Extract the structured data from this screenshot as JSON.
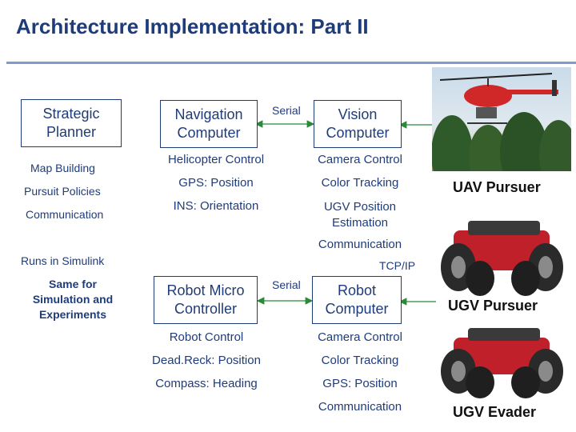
{
  "title": "Architecture Implementation: Part II",
  "uav": {
    "strategic_planner": "Strategic\nPlanner",
    "map_building": "Map Building",
    "pursuit_policies": "Pursuit Policies",
    "communication": "Communication",
    "navigation_computer": "Navigation\nComputer",
    "serial": "Serial",
    "vision_computer": "Vision\nComputer",
    "helicopter_control": "Helicopter Control",
    "gps_position": "GPS: Position",
    "ins_orientation": "INS: Orientation",
    "camera_control": "Camera Control",
    "color_tracking": "Color Tracking",
    "ugv_position_estimation": "UGV Position\nEstimation",
    "vision_communication": "Communication",
    "caption": "UAV Pursuer"
  },
  "ugv": {
    "runs_in_simulink": "Runs in Simulink",
    "tcpip": "TCP/IP",
    "same_for": "Same for\nSimulation and\nExperiments",
    "robot_micro_controller": "Robot Micro\nController",
    "serial": "Serial",
    "robot_computer": "Robot\nComputer",
    "robot_control": "Robot Control",
    "deadreck_position": "Dead.Reck: Position",
    "compass_heading": "Compass: Heading",
    "camera_control": "Camera Control",
    "color_tracking": "Color Tracking",
    "gps_position": "GPS: Position",
    "communication": "Communication",
    "pursuer_caption": "UGV Pursuer",
    "evader_caption": "UGV Evader"
  },
  "colors": {
    "text": "#1f3c7a",
    "rule": "#7f9bc8",
    "robot_red": "#c0202a",
    "connector": "#2a8a3a"
  }
}
